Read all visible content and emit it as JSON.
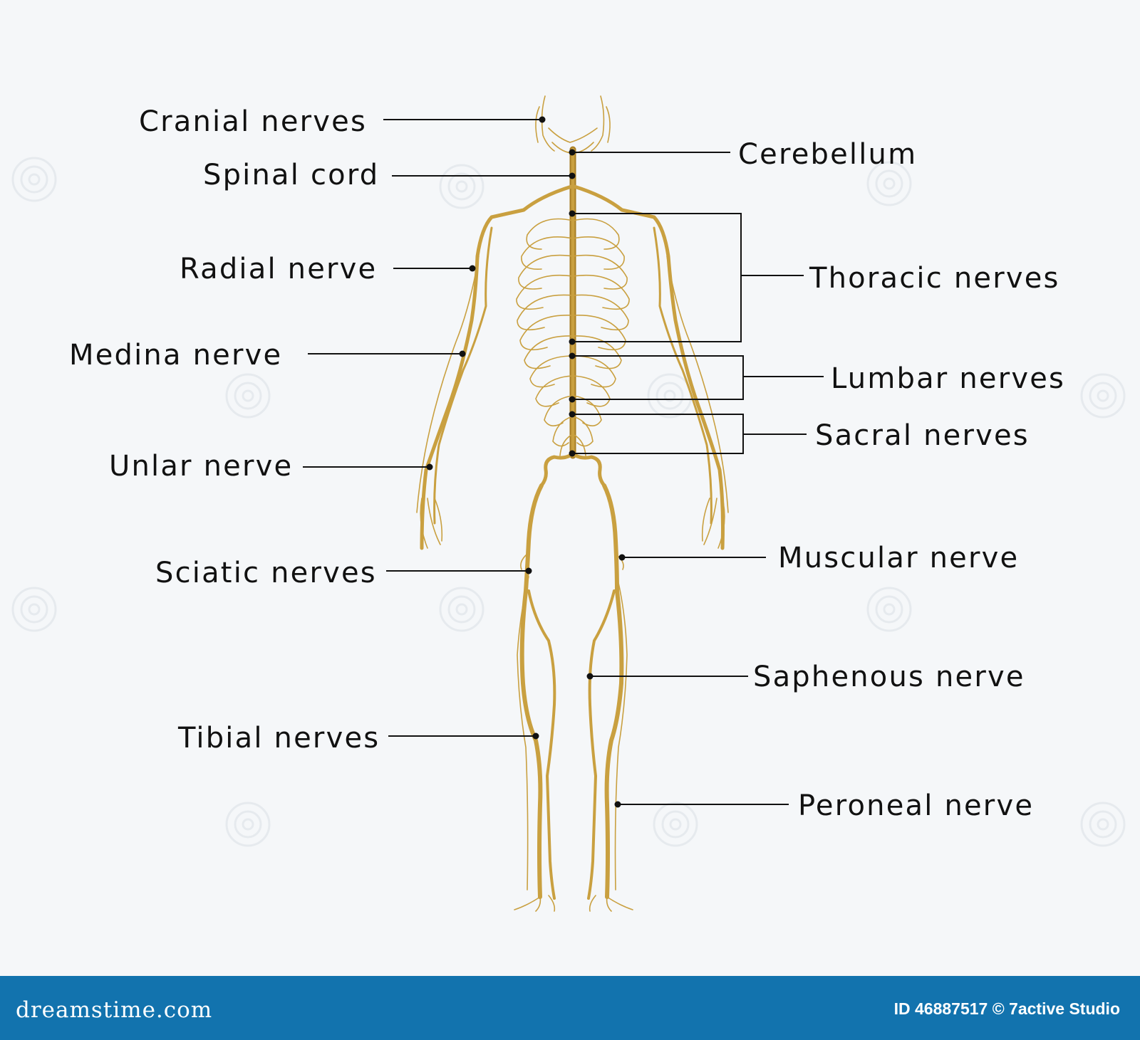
{
  "labels_left": [
    {
      "id": "cranial-nerves",
      "text": "Cranial nerves"
    },
    {
      "id": "spinal-cord",
      "text": "Spinal cord"
    },
    {
      "id": "radial-nerve",
      "text": "Radial nerve"
    },
    {
      "id": "medina-nerve",
      "text": "Medina nerve"
    },
    {
      "id": "unlar-nerve",
      "text": "Unlar nerve"
    },
    {
      "id": "sciatic-nerves",
      "text": "Sciatic nerves"
    },
    {
      "id": "tibial-nerves",
      "text": "Tibial nerves"
    }
  ],
  "labels_right": [
    {
      "id": "cerebellum",
      "text": "Cerebellum"
    },
    {
      "id": "thoracic-nerves",
      "text": "Thoracic nerves"
    },
    {
      "id": "lumbar-nerves",
      "text": "Lumbar nerves"
    },
    {
      "id": "sacral-nerves",
      "text": "Sacral nerves"
    },
    {
      "id": "muscular-nerve",
      "text": "Muscular nerve"
    },
    {
      "id": "saphenous-nerve",
      "text": "Saphenous nerve"
    },
    {
      "id": "peroneal-nerve",
      "text": "Peroneal nerve"
    }
  ],
  "footer": {
    "site": "dreamstime.com",
    "credit": "ID 46887517 © 7active Studio"
  },
  "colors": {
    "nerve": "#c9a040",
    "footer": "#1273ae",
    "background": "#f5f7f9"
  },
  "icons": {
    "watermark": "spiral-watermark-icon"
  }
}
